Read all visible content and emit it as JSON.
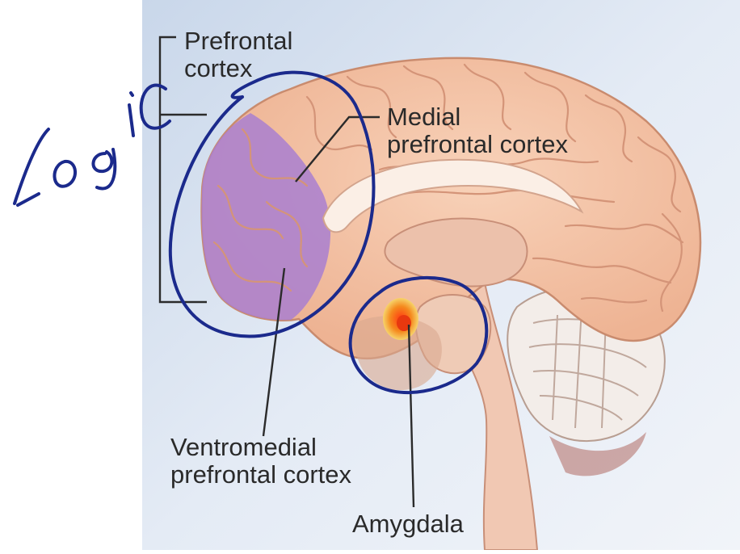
{
  "labels": {
    "prefrontal": [
      "Prefrontal",
      "cortex"
    ],
    "medial": [
      "Medial",
      "prefrontal cortex"
    ],
    "ventromedial": [
      "Ventromedial",
      "prefrontal cortex"
    ],
    "amygdala": [
      "Amygdala"
    ]
  },
  "handwriting": {
    "note": "Logic",
    "ink_color": "#1b2a8c"
  },
  "colors": {
    "brain_tissue": "#f4c3a6",
    "brain_gyri_lines": "#d99a7d",
    "prefrontal_highlight": "#a97fd0",
    "amygdala": "#f26a1b",
    "cerebellum": "#f2ece9",
    "background_panel": "#dfe8f3"
  }
}
